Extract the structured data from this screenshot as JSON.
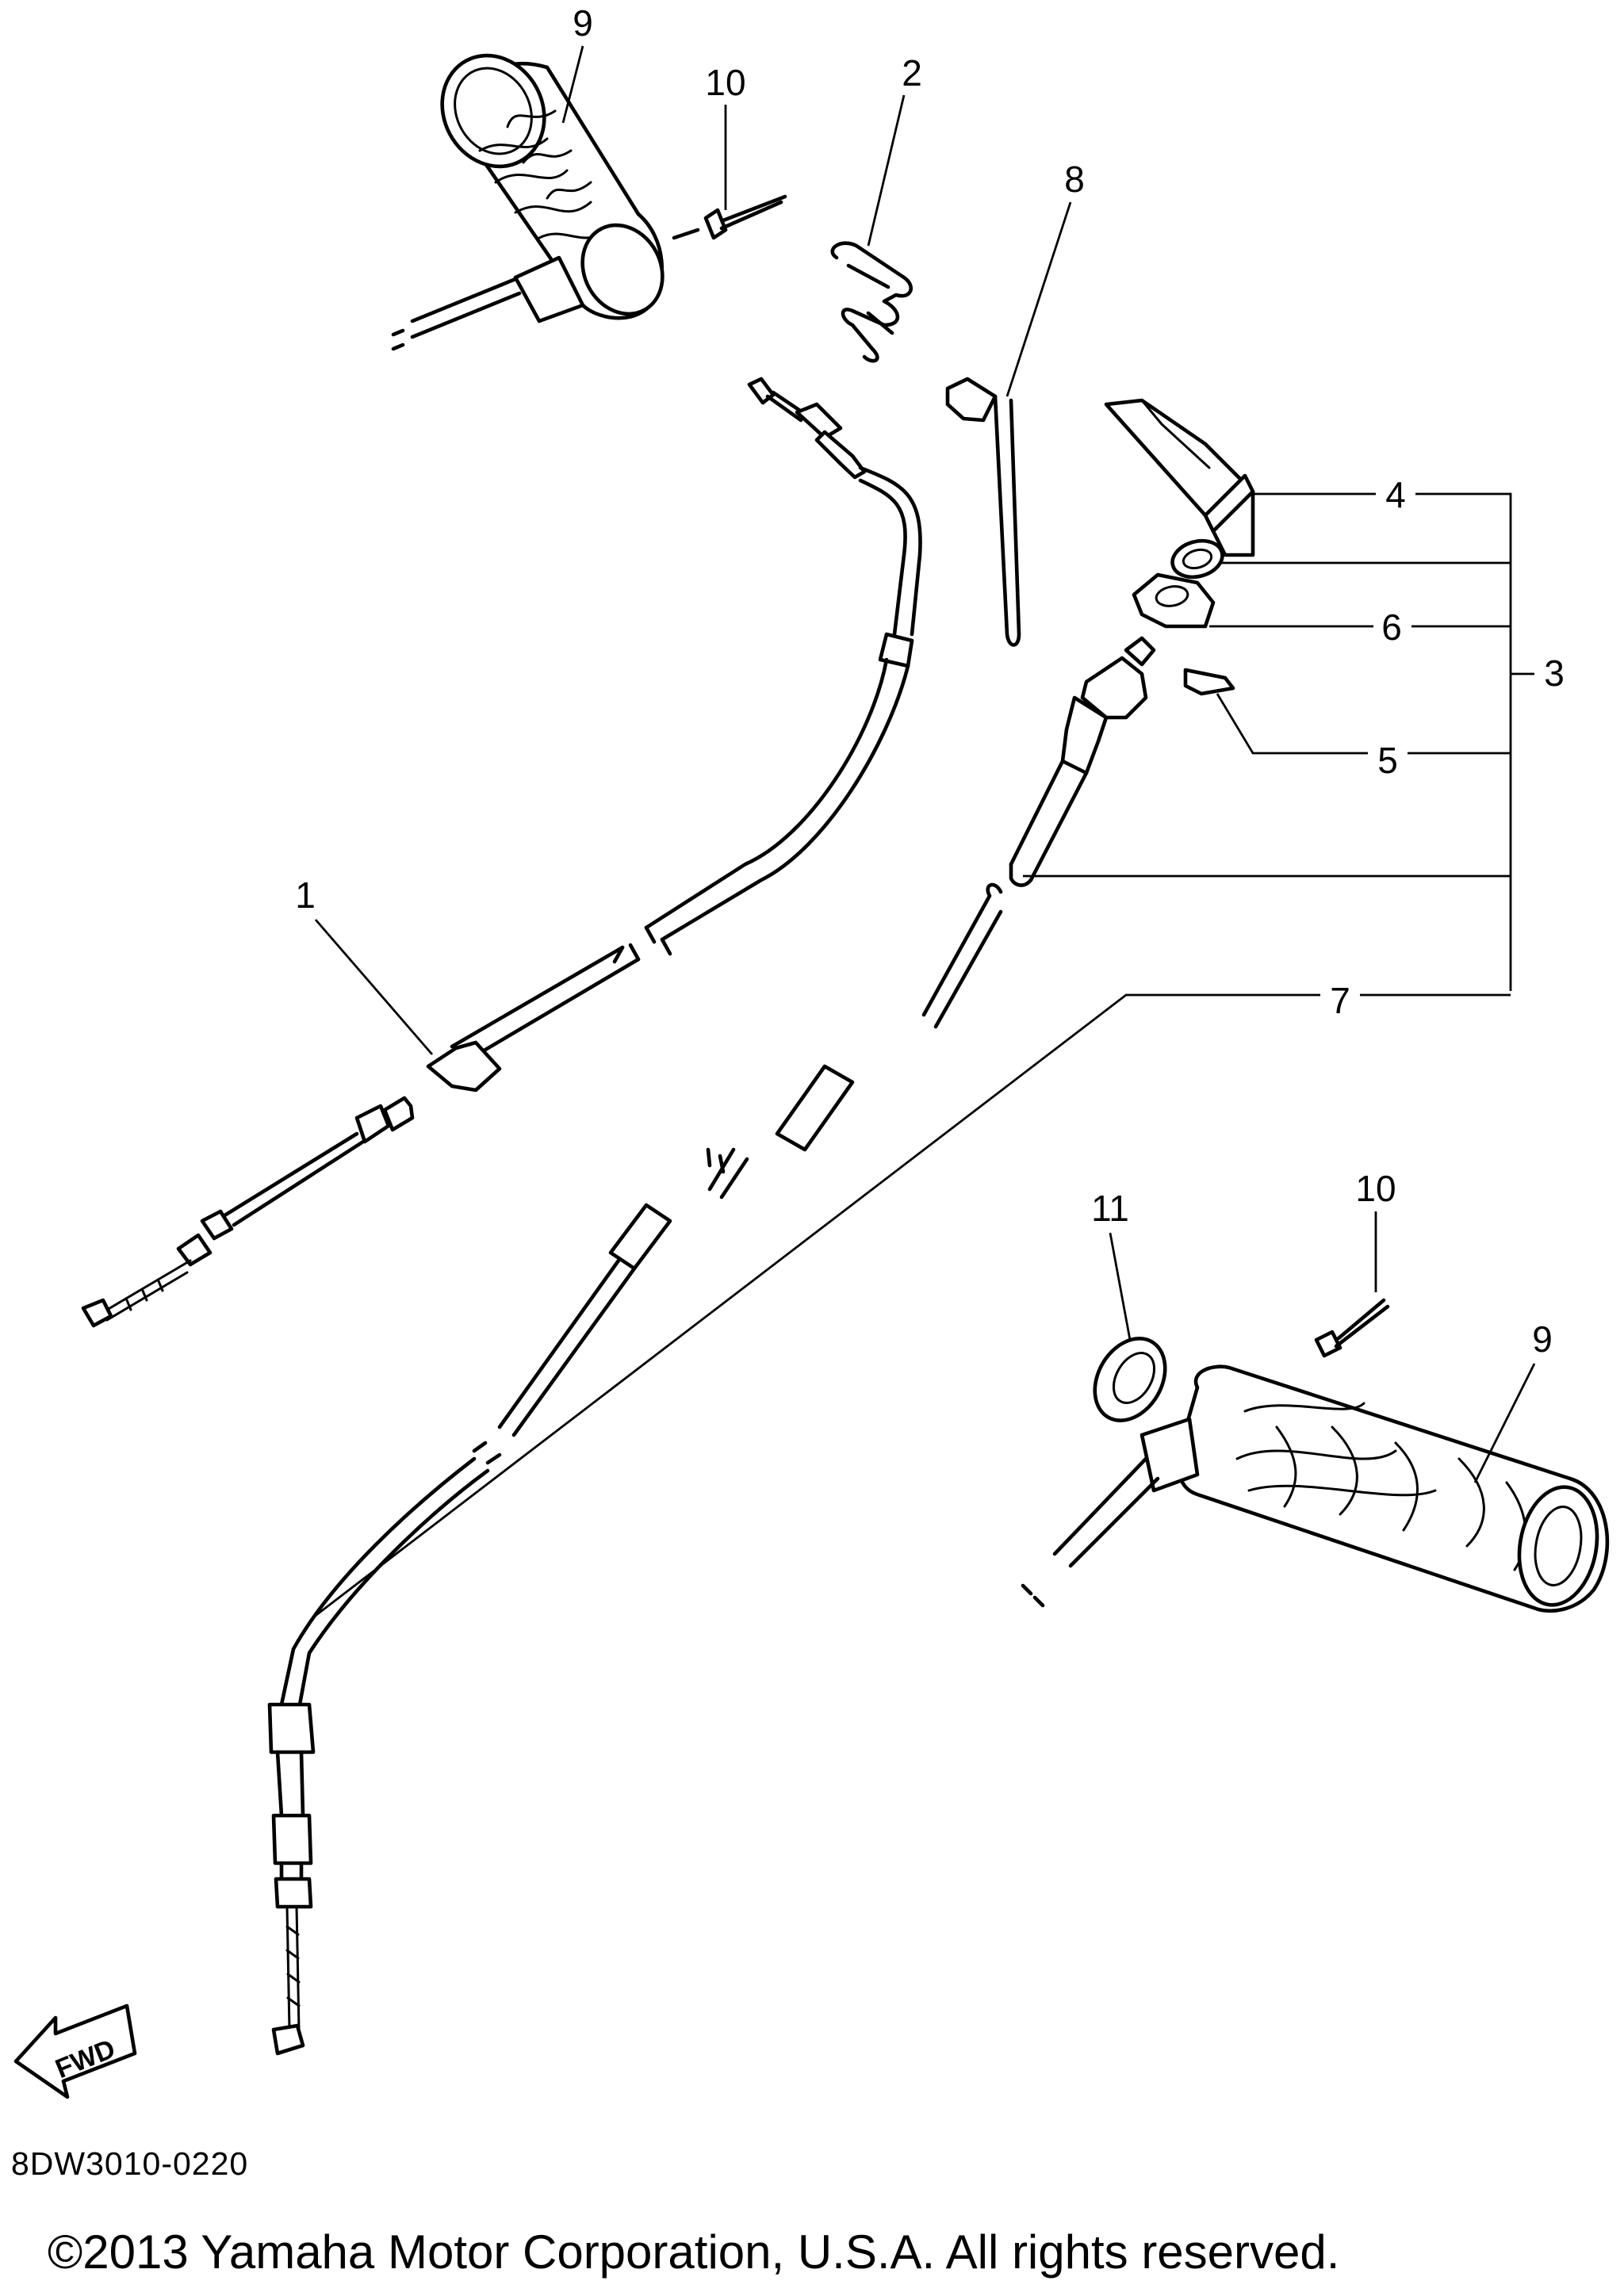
{
  "diagram": {
    "callouts": {
      "c1": "1",
      "c2": "2",
      "c3": "3",
      "c4": "4",
      "c5": "5",
      "c6": "6",
      "c7": "7",
      "c8": "8",
      "c9_top": "9",
      "c9_bottom": "9",
      "c10_top": "10",
      "c10_bottom": "10",
      "c11": "11"
    },
    "direction_arrow": "FWD",
    "drawing_code": "8DW3010-0220",
    "copyright": "©2013 Yamaha Motor Corporation, U.S.A. All rights reserved."
  }
}
